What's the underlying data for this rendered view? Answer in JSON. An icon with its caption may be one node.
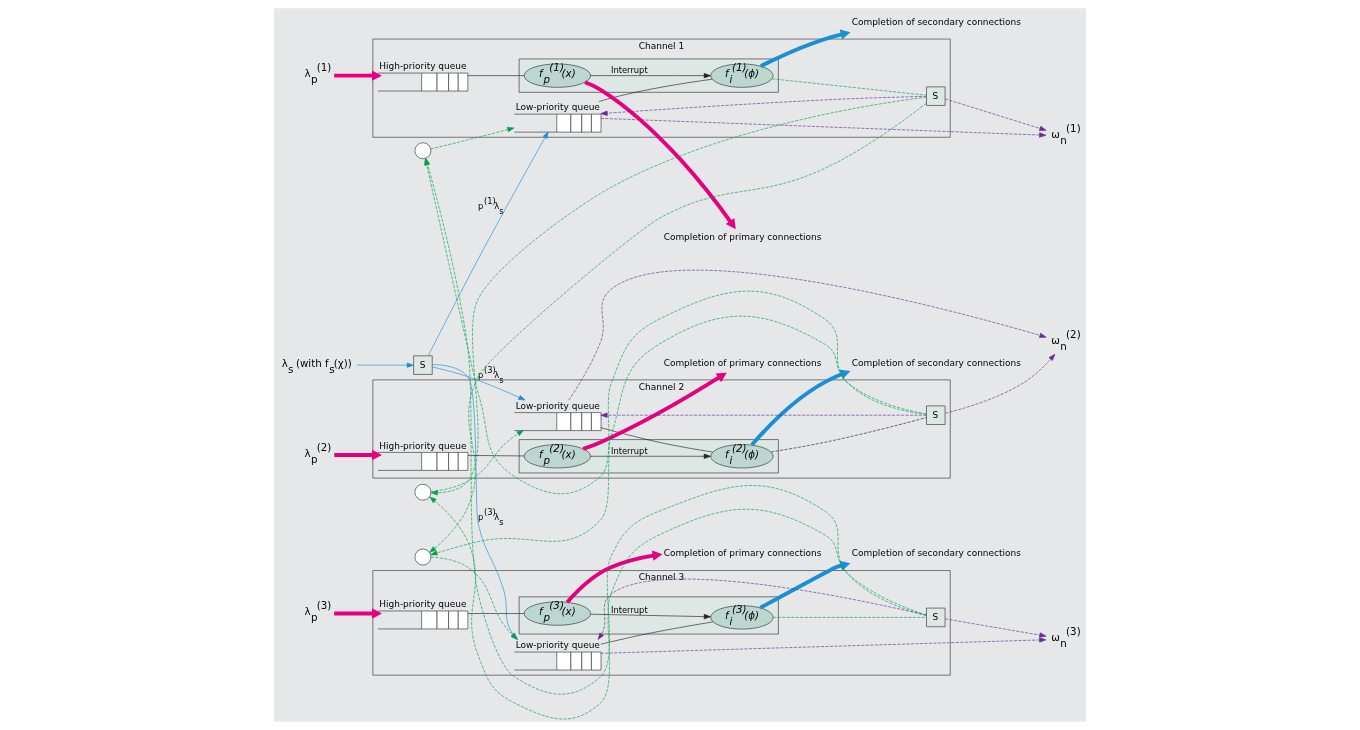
{
  "diagram": {
    "nodes": [
      {
        "text": [
          "λ$_{s}$ (with f$_{s}$(χ))"
        ]
      },
      {
        "text": [
          "S"
        ]
      },
      {
        "text": [
          "Channel 1"
        ]
      },
      {
        "text": [
          "λ$_{p}$$^{(1)}$"
        ]
      },
      {
        "text": [
          "Completion of primary connections"
        ]
      },
      {
        "text": [
          "High-priority queue"
        ],
        "in": 2
      },
      {
        "text": [
          "Low-priority queue"
        ],
        "in": 2
      },
      {
        "text": [],
        "shape": "box",
        "in": 2
      },
      {
        "text": [
          "f$_{p}$$^{(1)}$(x)"
        ],
        "in": 7
      },
      {
        "text": [
          "f$_{i}$$^{(1)}$(ϕ)"
        ],
        "in": 7
      },
      {
        "text": [
          "S"
        ],
        "in": 2
      },
      {
        "text": [],
        "shape": "circle"
      },
      {
        "text": [
          "ω$_{n}$$^{(1)}$"
        ]
      },
      {
        "text": [
          "Completion of secondary connections"
        ]
      },
      {
        "text": [
          "Channel 2"
        ]
      },
      {
        "text": [
          "λ$_{p}$$^{(2)}$"
        ]
      },
      {
        "text": [
          "Completion of primary connections"
        ]
      },
      {
        "text": [
          "High-priority queue"
        ],
        "in": 14
      },
      {
        "text": [
          "Low-priority queue"
        ],
        "in": 14
      },
      {
        "text": [],
        "shape": "box",
        "in": 14
      },
      {
        "text": [
          "f$_{p}$$^{(2)}$(x)"
        ],
        "in": 19
      },
      {
        "text": [
          "f$_{i}$$^{(2)}$(ϕ)"
        ],
        "in": 19
      },
      {
        "text": [
          "S"
        ],
        "in": 14
      },
      {
        "text": [],
        "shape": "circle"
      },
      {
        "text": [
          "ω$_{n}$$^{(2)}$"
        ]
      },
      {
        "text": [
          "Completion of secondary connections"
        ]
      },
      {
        "text": [
          "Channel 3"
        ]
      },
      {
        "text": [
          "λ$_{p}$$^{(3)}$"
        ]
      },
      {
        "text": [
          "Completion of primary connections"
        ]
      },
      {
        "text": [
          "High-priority queue"
        ],
        "in": 26
      },
      {
        "text": [
          "Low-priority queue"
        ],
        "in": 26
      },
      {
        "text": [],
        "shape": "box",
        "in": 26
      },
      {
        "text": [
          "f$_{p}$$^{(3)}$(x)"
        ],
        "in": 31
      },
      {
        "text": [
          "f$_{i}$$^{(3)}$(ϕ)"
        ],
        "in": 31
      },
      {
        "text": [
          "S"
        ],
        "in": 26
      },
      {
        "text": [],
        "shape": "circle"
      },
      {
        "text": [
          "ω$_{n}$$^{(3)}$"
        ]
      },
      {
        "text": [
          "Completion of secondary connections"
        ]
      }
    ],
    "edges": [
      {
        "from": 0,
        "to": 1,
        "arrow": "to",
        "color": "#1b8fd6"
      },
      {
        "from": 3,
        "to": 5,
        "arrow": "to",
        "style": "thick",
        "color": "#e5007d"
      },
      {
        "from": 1,
        "to": 6,
        "arrow": "to",
        "label": "p$^{(1)}$λ$_{s}$",
        "color": "#1b8fd6"
      },
      {
        "from": 11,
        "to": 6,
        "arrow": "to",
        "style": "dashed",
        "color": "#00a14b"
      },
      {
        "from": 5,
        "to": 8,
        "arrow": "none",
        "color": "#222222"
      },
      {
        "from": 6,
        "to": 9,
        "arrow": "none",
        "color": "#222222"
      },
      {
        "from": 8,
        "to": 9,
        "arrow": "to",
        "label": "Interrupt",
        "color": "#222222"
      },
      {
        "from": 8,
        "to": 4,
        "arrow": "to",
        "style": "thick",
        "color": "#e5007d"
      },
      {
        "from": 9,
        "to": 13,
        "arrow": "to",
        "style": "thick",
        "color": "#1b8fd6"
      },
      {
        "from": 9,
        "to": 10,
        "arrow": "none",
        "style": "dashed",
        "color": "#00a14b"
      },
      {
        "from": 10,
        "to": 6,
        "arrow": "to",
        "style": "dashed",
        "color": "#6a2c91"
      },
      {
        "from": 6,
        "to": 12,
        "arrow": "to",
        "style": "dashed",
        "color": "#6a2c91"
      },
      {
        "from": 10,
        "to": 12,
        "arrow": "to",
        "style": "dashed",
        "color": "#6a2c91"
      },
      {
        "from": 15,
        "to": 17,
        "arrow": "to",
        "style": "thick",
        "color": "#e5007d"
      },
      {
        "from": 1,
        "to": 18,
        "arrow": "to",
        "label": "p$^{(3)}$λ$_{s}$",
        "color": "#1b8fd6"
      },
      {
        "from": 23,
        "to": 18,
        "arrow": "to",
        "style": "dashed",
        "color": "#00a14b"
      },
      {
        "from": 17,
        "to": 20,
        "arrow": "none",
        "color": "#222222"
      },
      {
        "from": 18,
        "to": 21,
        "arrow": "none",
        "color": "#222222"
      },
      {
        "from": 20,
        "to": 21,
        "arrow": "to",
        "label": "Interrupt",
        "color": "#222222"
      },
      {
        "from": 20,
        "to": 16,
        "arrow": "to",
        "style": "thick",
        "color": "#e5007d"
      },
      {
        "from": 21,
        "to": 25,
        "arrow": "to",
        "style": "thick",
        "color": "#1b8fd6"
      },
      {
        "from": 21,
        "to": 22,
        "arrow": "none",
        "style": "dashed",
        "color": "#222222"
      },
      {
        "from": 22,
        "to": 18,
        "arrow": "to",
        "style": "dashed",
        "color": "#6a2c91"
      },
      {
        "from": 18,
        "to": 24,
        "arrow": "to",
        "style": "dashed",
        "color": "#6a2c91"
      },
      {
        "from": 22,
        "to": 24,
        "arrow": "to",
        "style": "dashed",
        "color": "#6a2c91"
      },
      {
        "from": 27,
        "to": 29,
        "arrow": "to",
        "style": "thick",
        "color": "#e5007d"
      },
      {
        "from": 1,
        "to": 30,
        "arrow": "to",
        "label": "p$^{(3)}$λ$_{s}$",
        "color": "#1b8fd6"
      },
      {
        "from": 35,
        "to": 30,
        "arrow": "to",
        "style": "dashed",
        "color": "#00a14b"
      },
      {
        "from": 29,
        "to": 32,
        "arrow": "none",
        "color": "#222222"
      },
      {
        "from": 30,
        "to": 33,
        "arrow": "none",
        "color": "#222222"
      },
      {
        "from": 32,
        "to": 33,
        "arrow": "to",
        "label": "Interrupt",
        "color": "#222222"
      },
      {
        "from": 32,
        "to": 28,
        "arrow": "to",
        "style": "thick",
        "color": "#e5007d"
      },
      {
        "from": 33,
        "to": 37,
        "arrow": "to",
        "style": "thick",
        "color": "#1b8fd6"
      },
      {
        "from": 33,
        "to": 34,
        "arrow": "none",
        "style": "dashed",
        "color": "#00a14b"
      },
      {
        "from": 34,
        "to": 30,
        "arrow": "to",
        "style": "dashed",
        "color": "#6a2c91"
      },
      {
        "from": 30,
        "to": 36,
        "arrow": "to",
        "style": "dashed",
        "color": "#6a2c91"
      },
      {
        "from": 34,
        "to": 36,
        "arrow": "to",
        "style": "dashed",
        "color": "#6a2c91"
      },
      {
        "from": 10,
        "to": 23,
        "arrow": "to",
        "style": "dashed",
        "color": "#00a14b"
      },
      {
        "from": 10,
        "to": 35,
        "arrow": "to",
        "style": "dashed",
        "color": "#00a14b"
      },
      {
        "from": 22,
        "to": 11,
        "arrow": "to",
        "style": "dashed",
        "color": "#00a14b"
      },
      {
        "from": 22,
        "to": 35,
        "arrow": "to",
        "style": "dashed",
        "color": "#00a14b"
      },
      {
        "from": 34,
        "to": 11,
        "arrow": "to",
        "style": "dashed",
        "color": "#00a14b"
      },
      {
        "from": 34,
        "to": 23,
        "arrow": "to",
        "style": "dashed",
        "color": "#00a14b"
      }
    ]
  }
}
